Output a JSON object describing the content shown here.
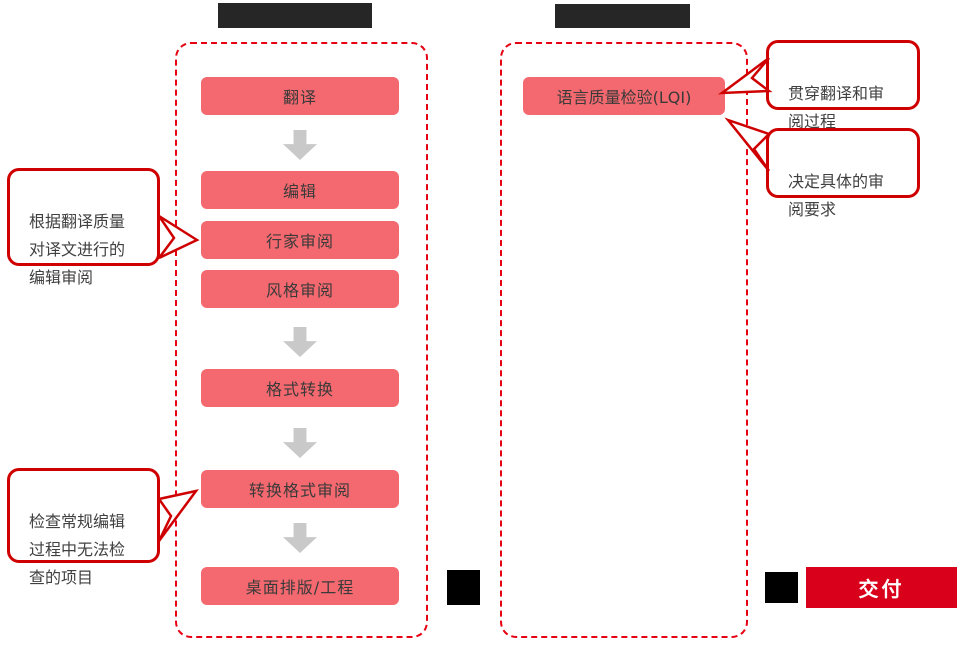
{
  "colors": {
    "node_fill": "#f4696f",
    "panel_dash": "#e60012",
    "callout_border": "#ce0000",
    "deliver_red": "#d9001b",
    "arrow_gray": "#c9c9c9",
    "redaction_black": "#262626"
  },
  "left_panel": {
    "title_redacted": true,
    "steps": [
      {
        "label": "翻译"
      },
      {
        "label": "编辑"
      },
      {
        "label": "行家审阅"
      },
      {
        "label": "风格审阅"
      },
      {
        "label": "格式转换"
      },
      {
        "label": "转换格式审阅"
      },
      {
        "label": "桌面排版/工程"
      }
    ]
  },
  "right_panel": {
    "title_redacted": true,
    "lqi_label": "语言质量检验(LQI)"
  },
  "callouts": {
    "throughout": "贯穿翻译和审\n阅过程",
    "decide": "决定具体的审\n阅要求",
    "edit_review": "根据翻译质量\n对译文进行的\n编辑审阅",
    "check_items": "检查常规编辑\n过程中无法检\n查的项目"
  },
  "deliver": {
    "label": "交付"
  }
}
